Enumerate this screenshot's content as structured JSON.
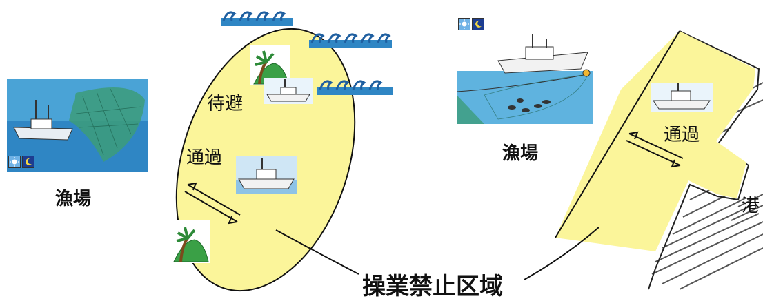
{
  "labels": {
    "fishing_ground_left": "漁場",
    "fishing_ground_right": "漁場",
    "shelter": "待避",
    "passing_left": "通過",
    "passing_right": "通過",
    "port": "港",
    "no_operation_zone": "操業禁止区域"
  },
  "colors": {
    "zone_fill": "#fbf59a",
    "sea": "#4aa3d6",
    "outline": "#111111"
  },
  "icons": [
    "ship-icon",
    "island-icon",
    "wave-icon",
    "sun-icon",
    "moon-icon",
    "net-icon"
  ]
}
